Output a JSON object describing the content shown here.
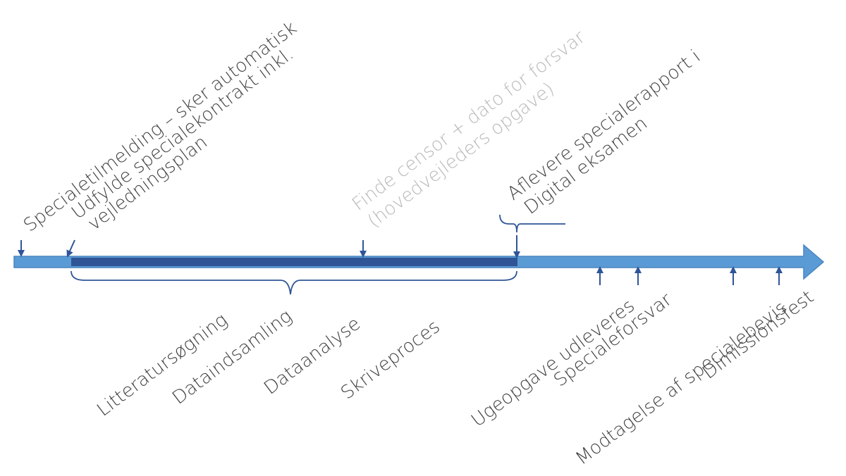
{
  "colors": {
    "timeline_light": "#5b9bd5",
    "timeline_dark": "#2f5597",
    "bracket": "#2f5597",
    "arrow": "#2f5597",
    "text": "#404040",
    "text_muted": "#b8b8b8"
  },
  "milestones_above": {
    "tilmelding_line1": "Specialetilmelding – sker automatisk",
    "kontrakt_line1": "Udfylde specialekontrakt inkl.",
    "kontrakt_line2": "vejledningsplan",
    "censor_line1": "Finde censor + dato for forsvar",
    "censor_line2": "(hovedvejleders opgave)",
    "aflevere_line1": "Aflevere specialerapport i",
    "aflevere_line2": "Digital eksamen"
  },
  "phases": {
    "litteratur": "Litteratursøgning",
    "dataindsamling": "Dataindsamling",
    "dataanalyse": "Dataanalyse",
    "skriveproces": "Skriveproces"
  },
  "milestones_below": {
    "ugeopgave": "Ugeopgave udleveres",
    "forsvar": "Specialeforsvar",
    "bevis": "Modtagelse af specialebevis",
    "fest": "Dimissionsfest"
  }
}
